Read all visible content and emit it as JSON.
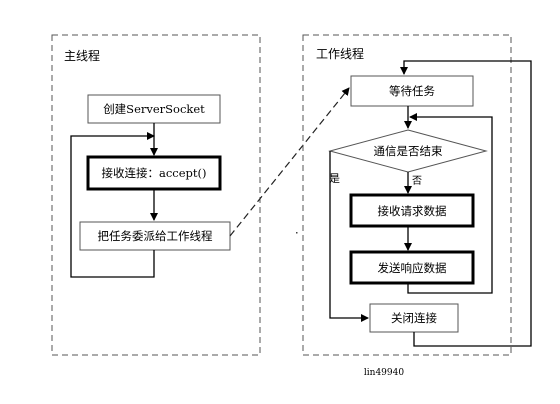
{
  "main_thread": {
    "title": "主线程",
    "steps": {
      "create": "创建ServerSocket",
      "accept": "接收连接：accept()",
      "dispatch": "把任务委派给工作线程"
    }
  },
  "worker_thread": {
    "title": "工作线程",
    "steps": {
      "wait": "等待任务",
      "decision": "通信是否结束",
      "yes": "是",
      "no": "否",
      "receive": "接收请求数据",
      "send": "发送响应数据",
      "close": "关闭连接"
    }
  },
  "watermark": "lin49940"
}
